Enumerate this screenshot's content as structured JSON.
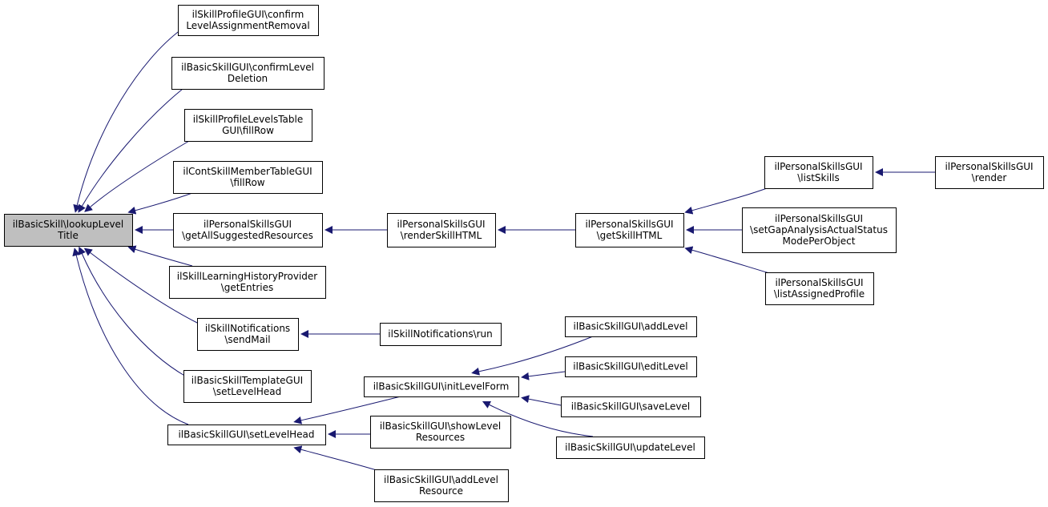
{
  "colors": {
    "edge": "#191970",
    "node_fill": "#ffffff",
    "highlight_fill": "#bfbfbf",
    "node_border": "#000000"
  },
  "nodes": {
    "lookup": {
      "lines": [
        "ilBasicSkill\\lookupLevel",
        "Title"
      ],
      "highlight": true
    },
    "confirmRemoval": {
      "lines": [
        "ilSkillProfileGUI\\confirm",
        "LevelAssignmentRemoval"
      ]
    },
    "confirmDeletion": {
      "lines": [
        "ilBasicSkillGUI\\confirmLevel",
        "Deletion"
      ]
    },
    "profileLevelsFillRow": {
      "lines": [
        "ilSkillProfileLevelsTable",
        "GUI\\fillRow"
      ]
    },
    "contSkillFillRow": {
      "lines": [
        "ilContSkillMemberTableGUI",
        "\\fillRow"
      ]
    },
    "getAllSuggested": {
      "lines": [
        "ilPersonalSkillsGUI",
        "\\getAllSuggestedResources"
      ]
    },
    "learningHistory": {
      "lines": [
        "ilSkillLearningHistoryProvider",
        "\\getEntries"
      ]
    },
    "sendMail": {
      "lines": [
        "ilSkillNotifications",
        "\\sendMail"
      ]
    },
    "templateSetLevelHead": {
      "lines": [
        "ilBasicSkillTemplateGUI",
        "\\setLevelHead"
      ]
    },
    "setLevelHead": {
      "lines": [
        "ilBasicSkillGUI\\setLevelHead"
      ]
    },
    "renderSkillHTML": {
      "lines": [
        "ilPersonalSkillsGUI",
        "\\renderSkillHTML"
      ]
    },
    "getSkillHTML": {
      "lines": [
        "ilPersonalSkillsGUI",
        "\\getSkillHTML"
      ]
    },
    "listSkills": {
      "lines": [
        "ilPersonalSkillsGUI",
        "\\listSkills"
      ]
    },
    "render": {
      "lines": [
        "ilPersonalSkillsGUI",
        "\\render"
      ]
    },
    "setGapAnalysis": {
      "lines": [
        "ilPersonalSkillsGUI",
        "\\setGapAnalysisActualStatus",
        "ModePerObject"
      ]
    },
    "listAssignedProfile": {
      "lines": [
        "ilPersonalSkillsGUI",
        "\\listAssignedProfile"
      ]
    },
    "notificationsRun": {
      "lines": [
        "ilSkillNotifications\\run"
      ]
    },
    "initLevelForm": {
      "lines": [
        "ilBasicSkillGUI\\initLevelForm"
      ]
    },
    "addLevel": {
      "lines": [
        "ilBasicSkillGUI\\addLevel"
      ]
    },
    "editLevel": {
      "lines": [
        "ilBasicSkillGUI\\editLevel"
      ]
    },
    "saveLevel": {
      "lines": [
        "ilBasicSkillGUI\\saveLevel"
      ]
    },
    "updateLevel": {
      "lines": [
        "ilBasicSkillGUI\\updateLevel"
      ]
    },
    "showLevelResources": {
      "lines": [
        "ilBasicSkillGUI\\showLevel",
        "Resources"
      ]
    },
    "addLevelResource": {
      "lines": [
        "ilBasicSkillGUI\\addLevel",
        "Resource"
      ]
    }
  }
}
